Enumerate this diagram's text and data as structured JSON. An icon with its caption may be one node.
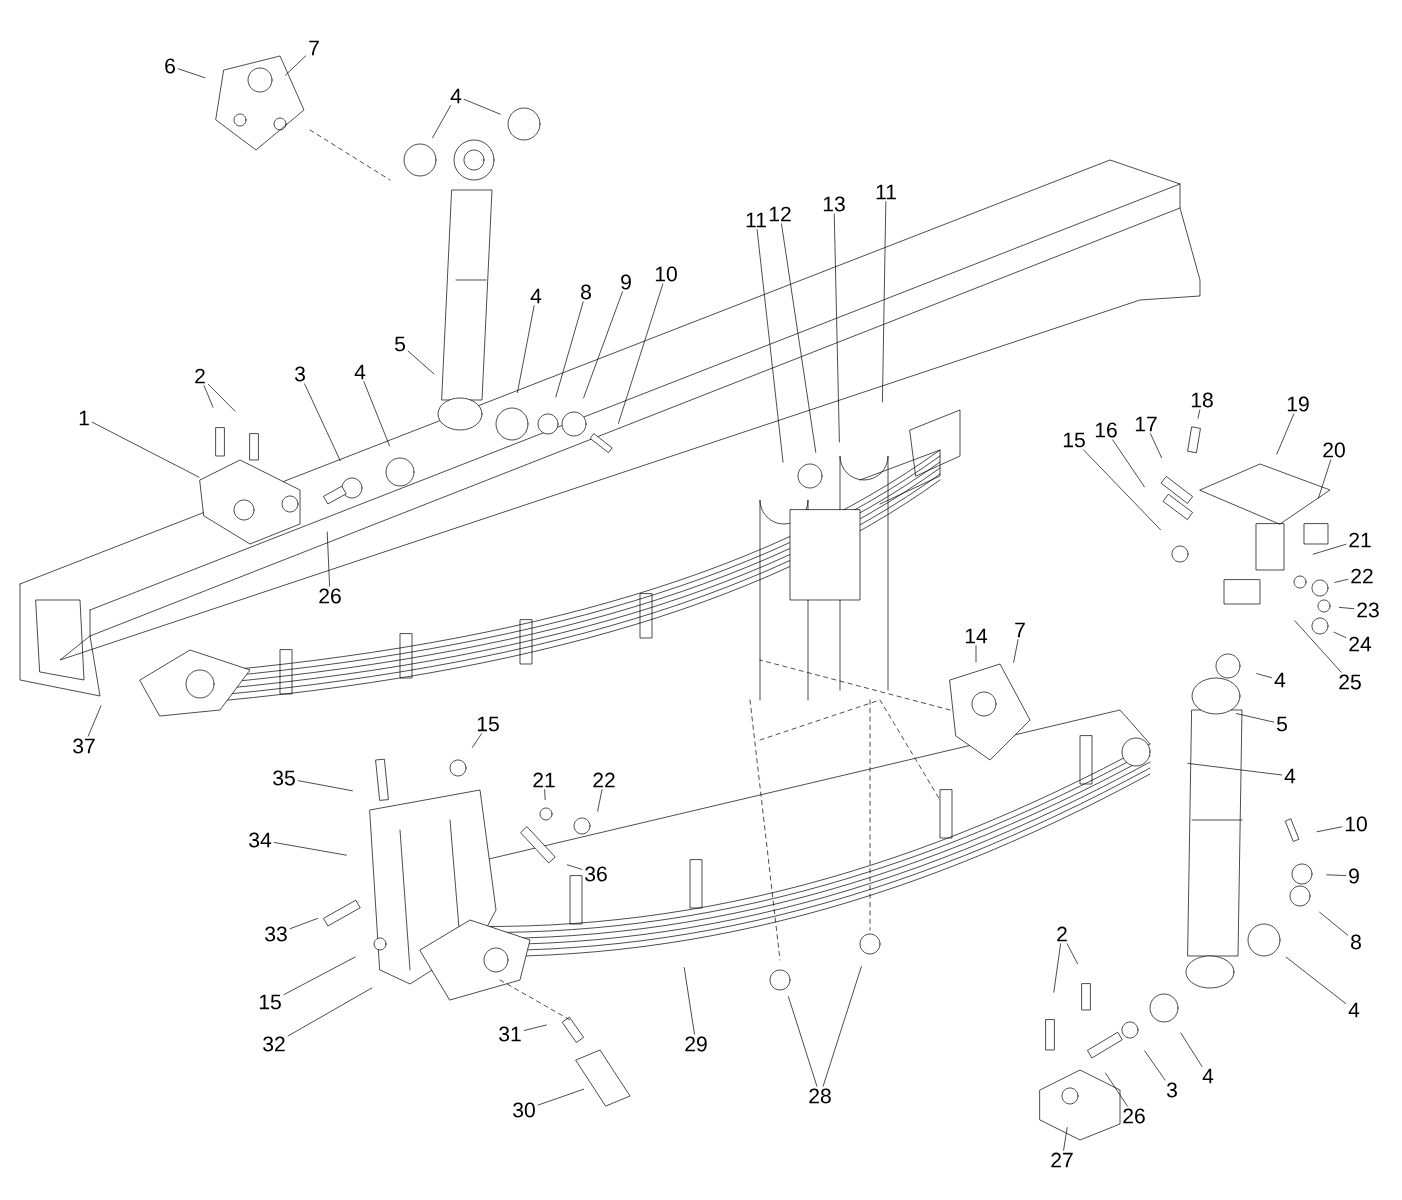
{
  "diagram": {
    "nodes": [
      {
        "text": [
          "6"
        ]
      },
      {
        "text": [
          "7"
        ]
      },
      {
        "text": [
          "4"
        ]
      },
      {
        "text": [
          "5"
        ]
      },
      {
        "text": [
          "4"
        ]
      },
      {
        "text": [
          "4"
        ]
      },
      {
        "text": [
          "8"
        ]
      },
      {
        "text": [
          "9"
        ]
      },
      {
        "text": [
          "10"
        ]
      },
      {
        "text": [
          "2"
        ]
      },
      {
        "text": [
          "3"
        ]
      },
      {
        "text": [
          "1"
        ]
      },
      {
        "text": [
          "11"
        ]
      },
      {
        "text": [
          "12"
        ]
      },
      {
        "text": [
          "13"
        ]
      },
      {
        "text": [
          "11"
        ]
      },
      {
        "text": [
          "18"
        ]
      },
      {
        "text": [
          "19"
        ]
      },
      {
        "text": [
          "17"
        ]
      },
      {
        "text": [
          "16"
        ]
      },
      {
        "text": [
          "15"
        ]
      },
      {
        "text": [
          "20"
        ]
      },
      {
        "text": [
          "21"
        ]
      },
      {
        "text": [
          "22"
        ]
      },
      {
        "text": [
          "26"
        ]
      },
      {
        "text": [
          "23"
        ]
      },
      {
        "text": [
          "14"
        ]
      },
      {
        "text": [
          "7"
        ]
      },
      {
        "text": [
          "24"
        ]
      },
      {
        "text": [
          "4"
        ]
      },
      {
        "text": [
          "25"
        ]
      },
      {
        "text": [
          "15"
        ]
      },
      {
        "text": [
          "5"
        ]
      },
      {
        "text": [
          "37"
        ]
      },
      {
        "text": [
          "4"
        ]
      },
      {
        "text": [
          "35"
        ]
      },
      {
        "text": [
          "21"
        ]
      },
      {
        "text": [
          "22"
        ]
      },
      {
        "text": [
          "10"
        ]
      },
      {
        "text": [
          "34"
        ]
      },
      {
        "text": [
          "36"
        ]
      },
      {
        "text": [
          "9"
        ]
      },
      {
        "text": [
          "33"
        ]
      },
      {
        "text": [
          "2"
        ]
      },
      {
        "text": [
          "8"
        ]
      },
      {
        "text": [
          "15"
        ]
      },
      {
        "text": [
          "4"
        ]
      },
      {
        "text": [
          "32"
        ]
      },
      {
        "text": [
          "29"
        ]
      },
      {
        "text": [
          "31"
        ]
      },
      {
        "text": [
          "4"
        ]
      },
      {
        "text": [
          "3"
        ]
      },
      {
        "text": [
          "28"
        ]
      },
      {
        "text": [
          "30"
        ]
      },
      {
        "text": [
          "26"
        ]
      },
      {
        "text": [
          "27"
        ]
      }
    ],
    "edges": [
      {
        "from": 0,
        "to": null,
        "arrow": "none"
      },
      {
        "from": 1,
        "to": null,
        "arrow": "none"
      },
      {
        "from": 2,
        "to": null,
        "arrow": "none"
      },
      {
        "from": 2,
        "to": null,
        "arrow": "none"
      },
      {
        "from": 3,
        "to": null,
        "arrow": "none"
      },
      {
        "from": 4,
        "to": null,
        "arrow": "none"
      },
      {
        "from": 5,
        "to": null,
        "arrow": "none"
      },
      {
        "from": 6,
        "to": null,
        "arrow": "none"
      },
      {
        "from": 7,
        "to": null,
        "arrow": "none"
      },
      {
        "from": 8,
        "to": null,
        "arrow": "none"
      },
      {
        "from": 9,
        "to": null,
        "arrow": "none"
      },
      {
        "from": 9,
        "to": null,
        "arrow": "none"
      },
      {
        "from": 10,
        "to": null,
        "arrow": "none"
      },
      {
        "from": 11,
        "to": null,
        "arrow": "none"
      },
      {
        "from": 12,
        "to": null,
        "arrow": "none"
      },
      {
        "from": 13,
        "to": null,
        "arrow": "none"
      },
      {
        "from": 14,
        "to": null,
        "arrow": "none"
      },
      {
        "from": 15,
        "to": null,
        "arrow": "none"
      },
      {
        "from": 16,
        "to": null,
        "arrow": "none"
      },
      {
        "from": 17,
        "to": null,
        "arrow": "none"
      },
      {
        "from": 18,
        "to": null,
        "arrow": "none"
      },
      {
        "from": 19,
        "to": null,
        "arrow": "none"
      },
      {
        "from": 20,
        "to": null,
        "arrow": "none"
      },
      {
        "from": 21,
        "to": null,
        "arrow": "none"
      },
      {
        "from": 22,
        "to": null,
        "arrow": "none"
      },
      {
        "from": 23,
        "to": null,
        "arrow": "none"
      },
      {
        "from": 24,
        "to": null,
        "arrow": "none"
      },
      {
        "from": 25,
        "to": null,
        "arrow": "none"
      },
      {
        "from": 26,
        "to": null,
        "arrow": "none"
      },
      {
        "from": 27,
        "to": null,
        "arrow": "none"
      },
      {
        "from": 28,
        "to": null,
        "arrow": "none"
      },
      {
        "from": 29,
        "to": null,
        "arrow": "none"
      },
      {
        "from": 30,
        "to": null,
        "arrow": "none"
      },
      {
        "from": 31,
        "to": null,
        "arrow": "none"
      },
      {
        "from": 32,
        "to": null,
        "arrow": "none"
      },
      {
        "from": 33,
        "to": null,
        "arrow": "none"
      },
      {
        "from": 34,
        "to": null,
        "arrow": "none"
      },
      {
        "from": 35,
        "to": null,
        "arrow": "none"
      },
      {
        "from": 36,
        "to": null,
        "arrow": "none"
      },
      {
        "from": 37,
        "to": null,
        "arrow": "none"
      },
      {
        "from": 38,
        "to": null,
        "arrow": "none"
      },
      {
        "from": 39,
        "to": null,
        "arrow": "none"
      },
      {
        "from": 40,
        "to": null,
        "arrow": "none"
      },
      {
        "from": 41,
        "to": null,
        "arrow": "none"
      },
      {
        "from": 42,
        "to": null,
        "arrow": "none"
      },
      {
        "from": 43,
        "to": null,
        "arrow": "none"
      },
      {
        "from": 43,
        "to": null,
        "arrow": "none"
      },
      {
        "from": 44,
        "to": null,
        "arrow": "none"
      },
      {
        "from": 45,
        "to": null,
        "arrow": "none"
      },
      {
        "from": 46,
        "to": null,
        "arrow": "none"
      },
      {
        "from": 47,
        "to": null,
        "arrow": "none"
      },
      {
        "from": 48,
        "to": null,
        "arrow": "none"
      },
      {
        "from": 49,
        "to": null,
        "arrow": "none"
      },
      {
        "from": 50,
        "to": null,
        "arrow": "none"
      },
      {
        "from": 51,
        "to": null,
        "arrow": "none"
      },
      {
        "from": 52,
        "to": null,
        "arrow": "none"
      },
      {
        "from": 52,
        "to": null,
        "arrow": "none"
      },
      {
        "from": 53,
        "to": null,
        "arrow": "none"
      },
      {
        "from": 54,
        "to": null,
        "arrow": "none"
      },
      {
        "from": 55,
        "to": null,
        "arrow": "none"
      }
    ]
  }
}
